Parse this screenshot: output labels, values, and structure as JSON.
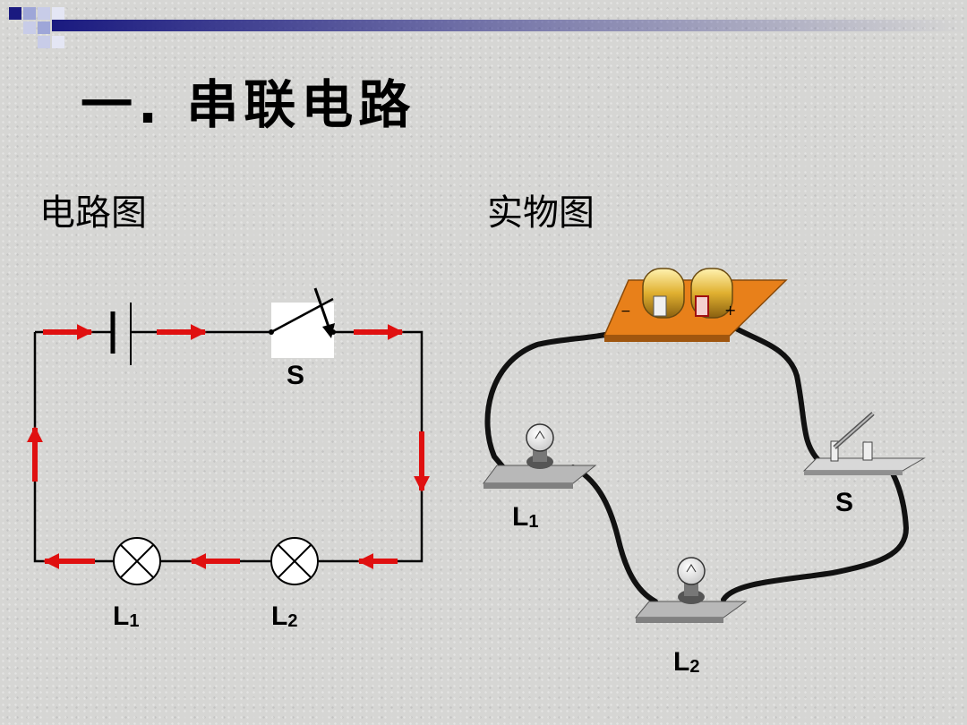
{
  "title": "一. 串联电路",
  "left_panel": {
    "heading": "电路图",
    "switch": "S",
    "lamp1": "L",
    "lamp1_sub": "1",
    "lamp2": "L",
    "lamp2_sub": "2"
  },
  "right_panel": {
    "heading": "实物图",
    "switch": "S",
    "lamp1": "L",
    "lamp1_sub": "1",
    "lamp2": "L",
    "lamp2_sub": "2"
  },
  "colors": {
    "arrow": "#e01010",
    "wire": "#000000",
    "board": "#e8801a",
    "battery": "#e8c040",
    "base": "#a8a8a8"
  }
}
